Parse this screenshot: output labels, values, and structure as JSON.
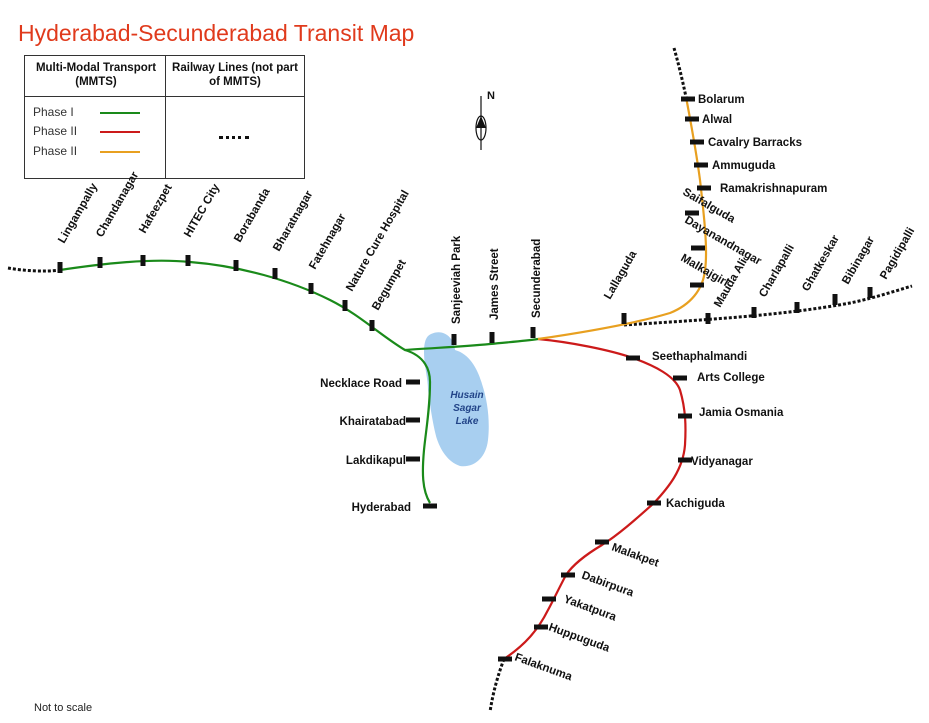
{
  "title": "Hyderabad-Secunderabad Transit Map",
  "legend": {
    "col1_header": "Multi-Modal Transport (MMTS)",
    "col2_header": "Railway Lines (not part of MMTS)",
    "entries": [
      {
        "label": "Phase I",
        "color": "#1a8a1a"
      },
      {
        "label": "Phase II",
        "color": "#cc1a1a"
      },
      {
        "label": "Phase II",
        "color": "#e8a020"
      }
    ]
  },
  "compass": {
    "label": "N"
  },
  "lake": {
    "label_lines": [
      "Husain",
      "Sagar",
      "Lake"
    ],
    "color": "#a8cff0"
  },
  "note": "Not to scale",
  "stations": {
    "west": [
      "Lingampally",
      "Chandanagar",
      "Hafeezpet",
      "HITEC City",
      "Borabanda",
      "Bharatnagar",
      "Fatehnagar",
      "Nature Cure Hospital",
      "Begumpet"
    ],
    "center": [
      "Sanjeeviah Park",
      "James Street",
      "Secunderabad",
      "Lallaguda"
    ],
    "south_west": [
      "Necklace Road",
      "Khairatabad",
      "Lakdikapul",
      "Hyderabad"
    ],
    "north": [
      "Bolarum",
      "Alwal",
      "Cavalry Barracks",
      "Ammuguda",
      "Ramakrishnapuram",
      "Saifalguda",
      "Dayanandnagar",
      "Malkajgiri"
    ],
    "east": [
      "Mauda Ali",
      "Charlapalli",
      "Ghatkeskar",
      "Bibinagar",
      "Pagidipalli"
    ],
    "south": [
      "Seethaphalmandi",
      "Arts College",
      "Jamia Osmania",
      "Vidyanagar",
      "Kachiguda",
      "Malakpet",
      "Dabirpura",
      "Yakatpura",
      "Huppuguda",
      "Falaknuma"
    ]
  }
}
